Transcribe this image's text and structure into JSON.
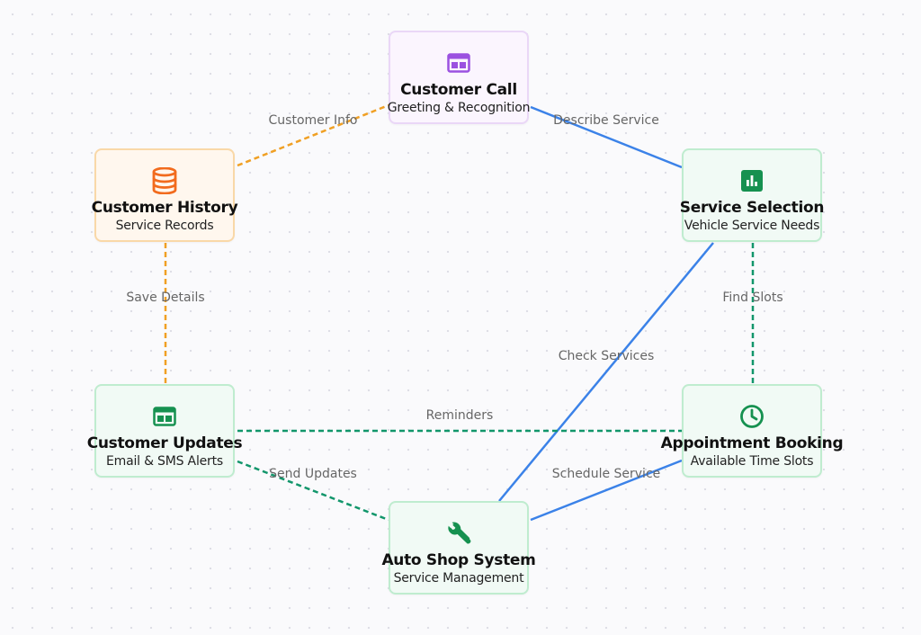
{
  "colors": {
    "blue_edge": "#3b82e8",
    "orange_edge": "#f0a024",
    "green_edge": "#12966b",
    "purple_icon": "#9b51e0",
    "orange_icon": "#f26b1d",
    "green_icon": "#169150"
  },
  "nodes": {
    "customer_call": {
      "title": "Customer Call",
      "subtitle": "Greeting & Recognition",
      "icon": "window-icon"
    },
    "customer_history": {
      "title": "Customer History",
      "subtitle": "Service Records",
      "icon": "database-icon"
    },
    "service_selection": {
      "title": "Service Selection",
      "subtitle": "Vehicle Service Needs",
      "icon": "bar-chart-icon"
    },
    "customer_updates": {
      "title": "Customer Updates",
      "subtitle": "Email & SMS Alerts",
      "icon": "window-icon"
    },
    "appointment_booking": {
      "title": "Appointment Booking",
      "subtitle": "Available Time Slots",
      "icon": "clock-icon"
    },
    "auto_shop_system": {
      "title": "Auto Shop System",
      "subtitle": "Service Management",
      "icon": "wrench-icon"
    }
  },
  "edges": {
    "customer_info": {
      "label": "Customer Info",
      "from": "Customer History",
      "to": "Customer Call",
      "style": "dashed"
    },
    "describe_service": {
      "label": "Describe Service",
      "from": "Customer Call",
      "to": "Service Selection",
      "style": "solid"
    },
    "save_details": {
      "label": "Save Details",
      "from": "Customer History",
      "to": "Customer Updates",
      "style": "dashed"
    },
    "find_slots": {
      "label": "Find Slots",
      "from": "Service Selection",
      "to": "Appointment Booking",
      "style": "dashed"
    },
    "check_services": {
      "label": "Check Services",
      "from": "Service Selection",
      "to": "Auto Shop System",
      "style": "solid"
    },
    "reminders": {
      "label": "Reminders",
      "from": "Customer Updates",
      "to": "Appointment Booking",
      "style": "dashed"
    },
    "send_updates": {
      "label": "Send Updates",
      "from": "Customer Updates",
      "to": "Auto Shop System",
      "style": "dashed"
    },
    "schedule_service": {
      "label": "Schedule Service",
      "from": "Appointment Booking",
      "to": "Auto Shop System",
      "style": "solid"
    }
  }
}
